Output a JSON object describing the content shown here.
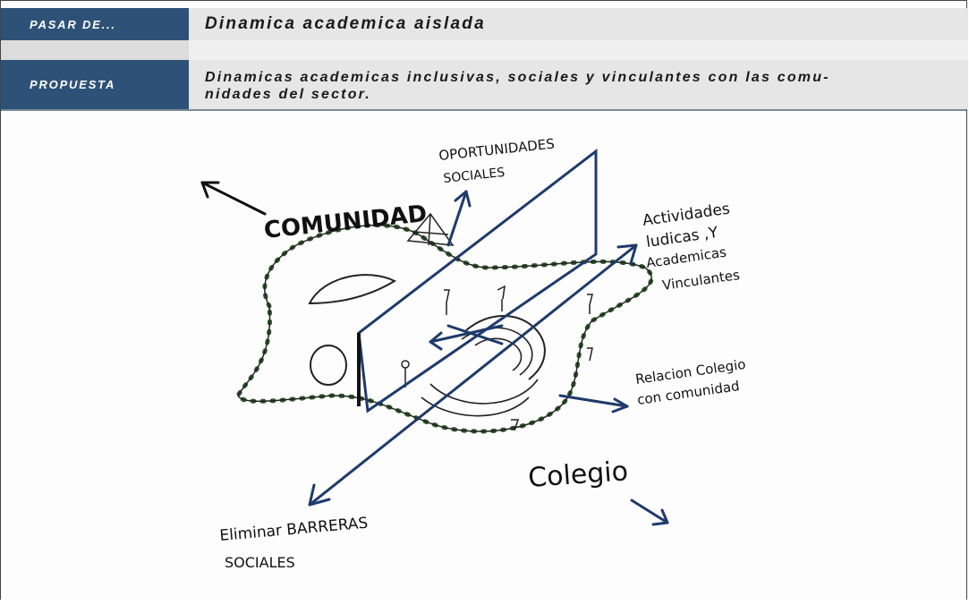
{
  "table": {
    "row1": {
      "label": "PASAR DE...",
      "value": "Dinamica academica aislada"
    },
    "row2": {
      "label": "PROPUESTA",
      "value": "Dinamicas academicas inclusivas, sociales y vinculantes con las comu-\nnidades del sector."
    }
  },
  "sketch": {
    "oportunidades": "OPORTUNIDADES",
    "sociales_top": "SOCIALES",
    "comunidad": "COMUNIDAD",
    "actividades_1": "Actividades",
    "actividades_2": "ludicas ,Y",
    "actividades_3": "Academicas",
    "actividades_4": "Vinculantes",
    "relacion_1": "Relacion Colegio",
    "relacion_2": "con comunidad",
    "colegio": "Colegio",
    "eliminar_1": "Eliminar BARRERAS",
    "eliminar_2": "SOCIALES",
    "colors": {
      "header": "#2e5277",
      "cell": "#e6e6e6",
      "ink_blue": "#1f3a6b",
      "dots_green": "#2f5a2a"
    }
  }
}
